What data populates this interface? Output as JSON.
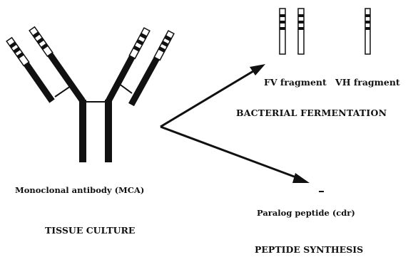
{
  "labels": {
    "fv_fragment": "FV fragment",
    "vh_fragment": "VH fragment",
    "bacterial_fermentation": "BACTERIAL FERMENTATION",
    "monoclonal_antibody": "Monoclonal antibody (MCA)",
    "paralog_peptide": "Paralog peptide (cdr)",
    "tissue_culture": "TISSUE CULTURE",
    "peptide_synthesis": "PEPTIDE SYNTHESIS"
  },
  "colors": {
    "ink": "#111111",
    "background": "#ffffff"
  }
}
